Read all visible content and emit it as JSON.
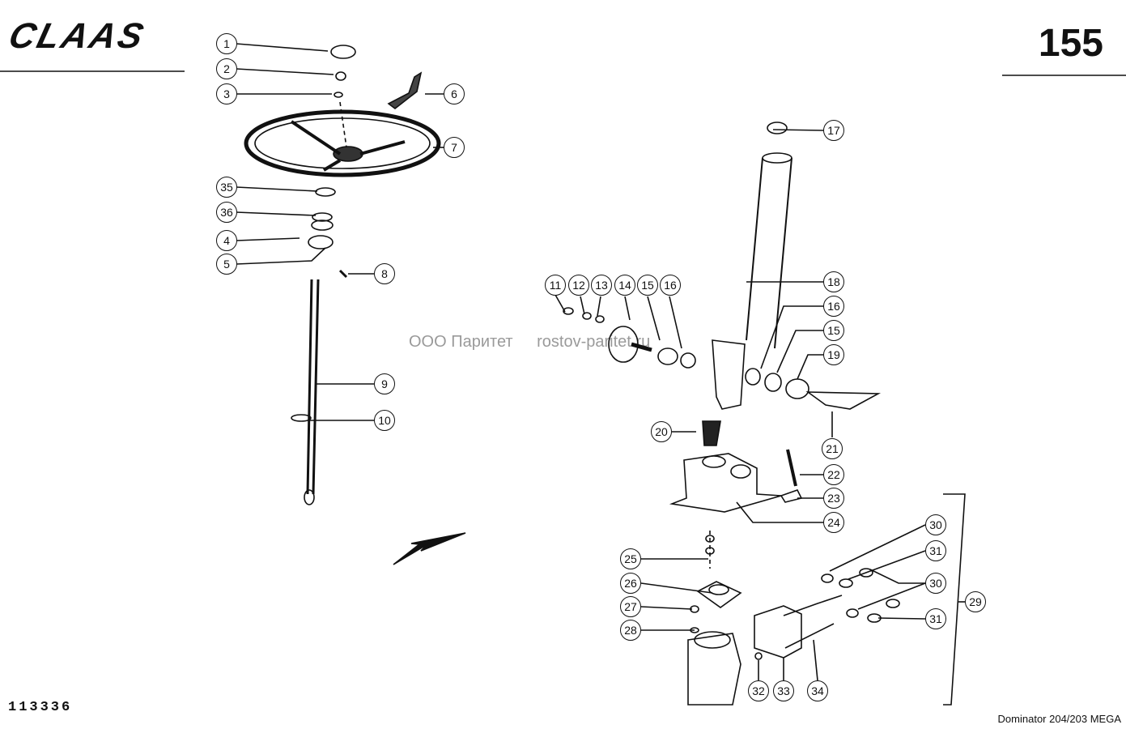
{
  "header": {
    "brand": "CLAAS",
    "page_number": "155"
  },
  "footer": {
    "drawing_number": "113336",
    "model": "Dominator 204/203 MEGA"
  },
  "watermark": {
    "company": "ООО Паритет",
    "site": "rostov-paritet.ru"
  },
  "callouts": [
    "1",
    "2",
    "3",
    "6",
    "7",
    "35",
    "36",
    "4",
    "5",
    "8",
    "9",
    "10",
    "17",
    "18",
    "11",
    "12",
    "13",
    "14",
    "15",
    "16",
    "16",
    "15",
    "19",
    "21",
    "20",
    "22",
    "23",
    "24",
    "30",
    "31",
    "30",
    "31",
    "29",
    "25",
    "26",
    "27",
    "28",
    "32",
    "33",
    "34"
  ]
}
